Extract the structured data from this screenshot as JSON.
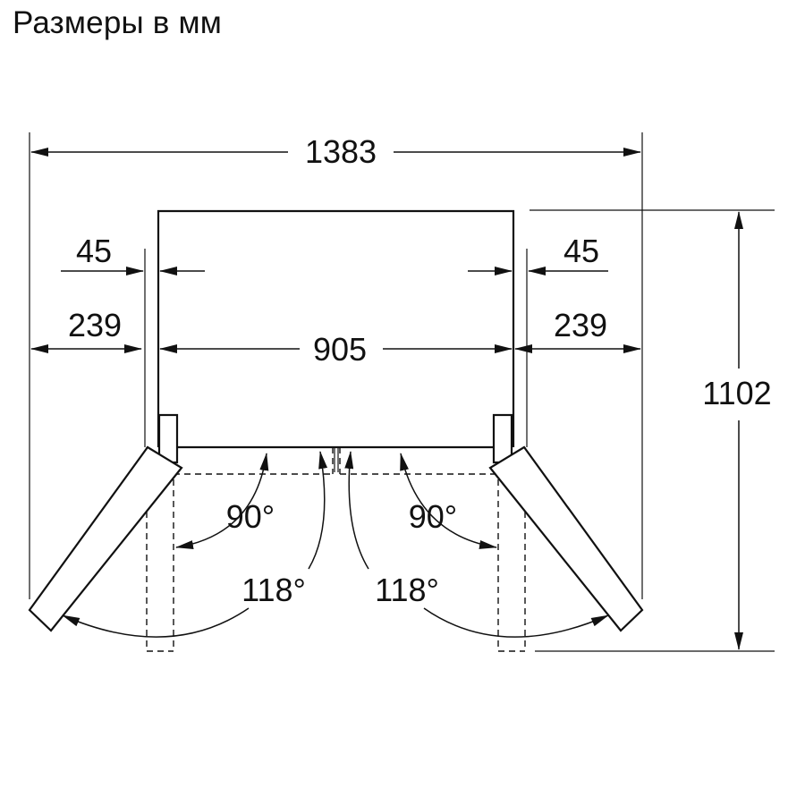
{
  "title": "Размеры в мм",
  "dimensions": {
    "total_width": "1383",
    "left_offset_small": "45",
    "right_offset_small": "45",
    "left_offset_large": "239",
    "right_offset_large": "239",
    "body_width": "905",
    "total_depth": "1102"
  },
  "angles": {
    "left_inner": "90°",
    "right_inner": "90°",
    "left_outer": "118°",
    "right_outer": "118°"
  }
}
